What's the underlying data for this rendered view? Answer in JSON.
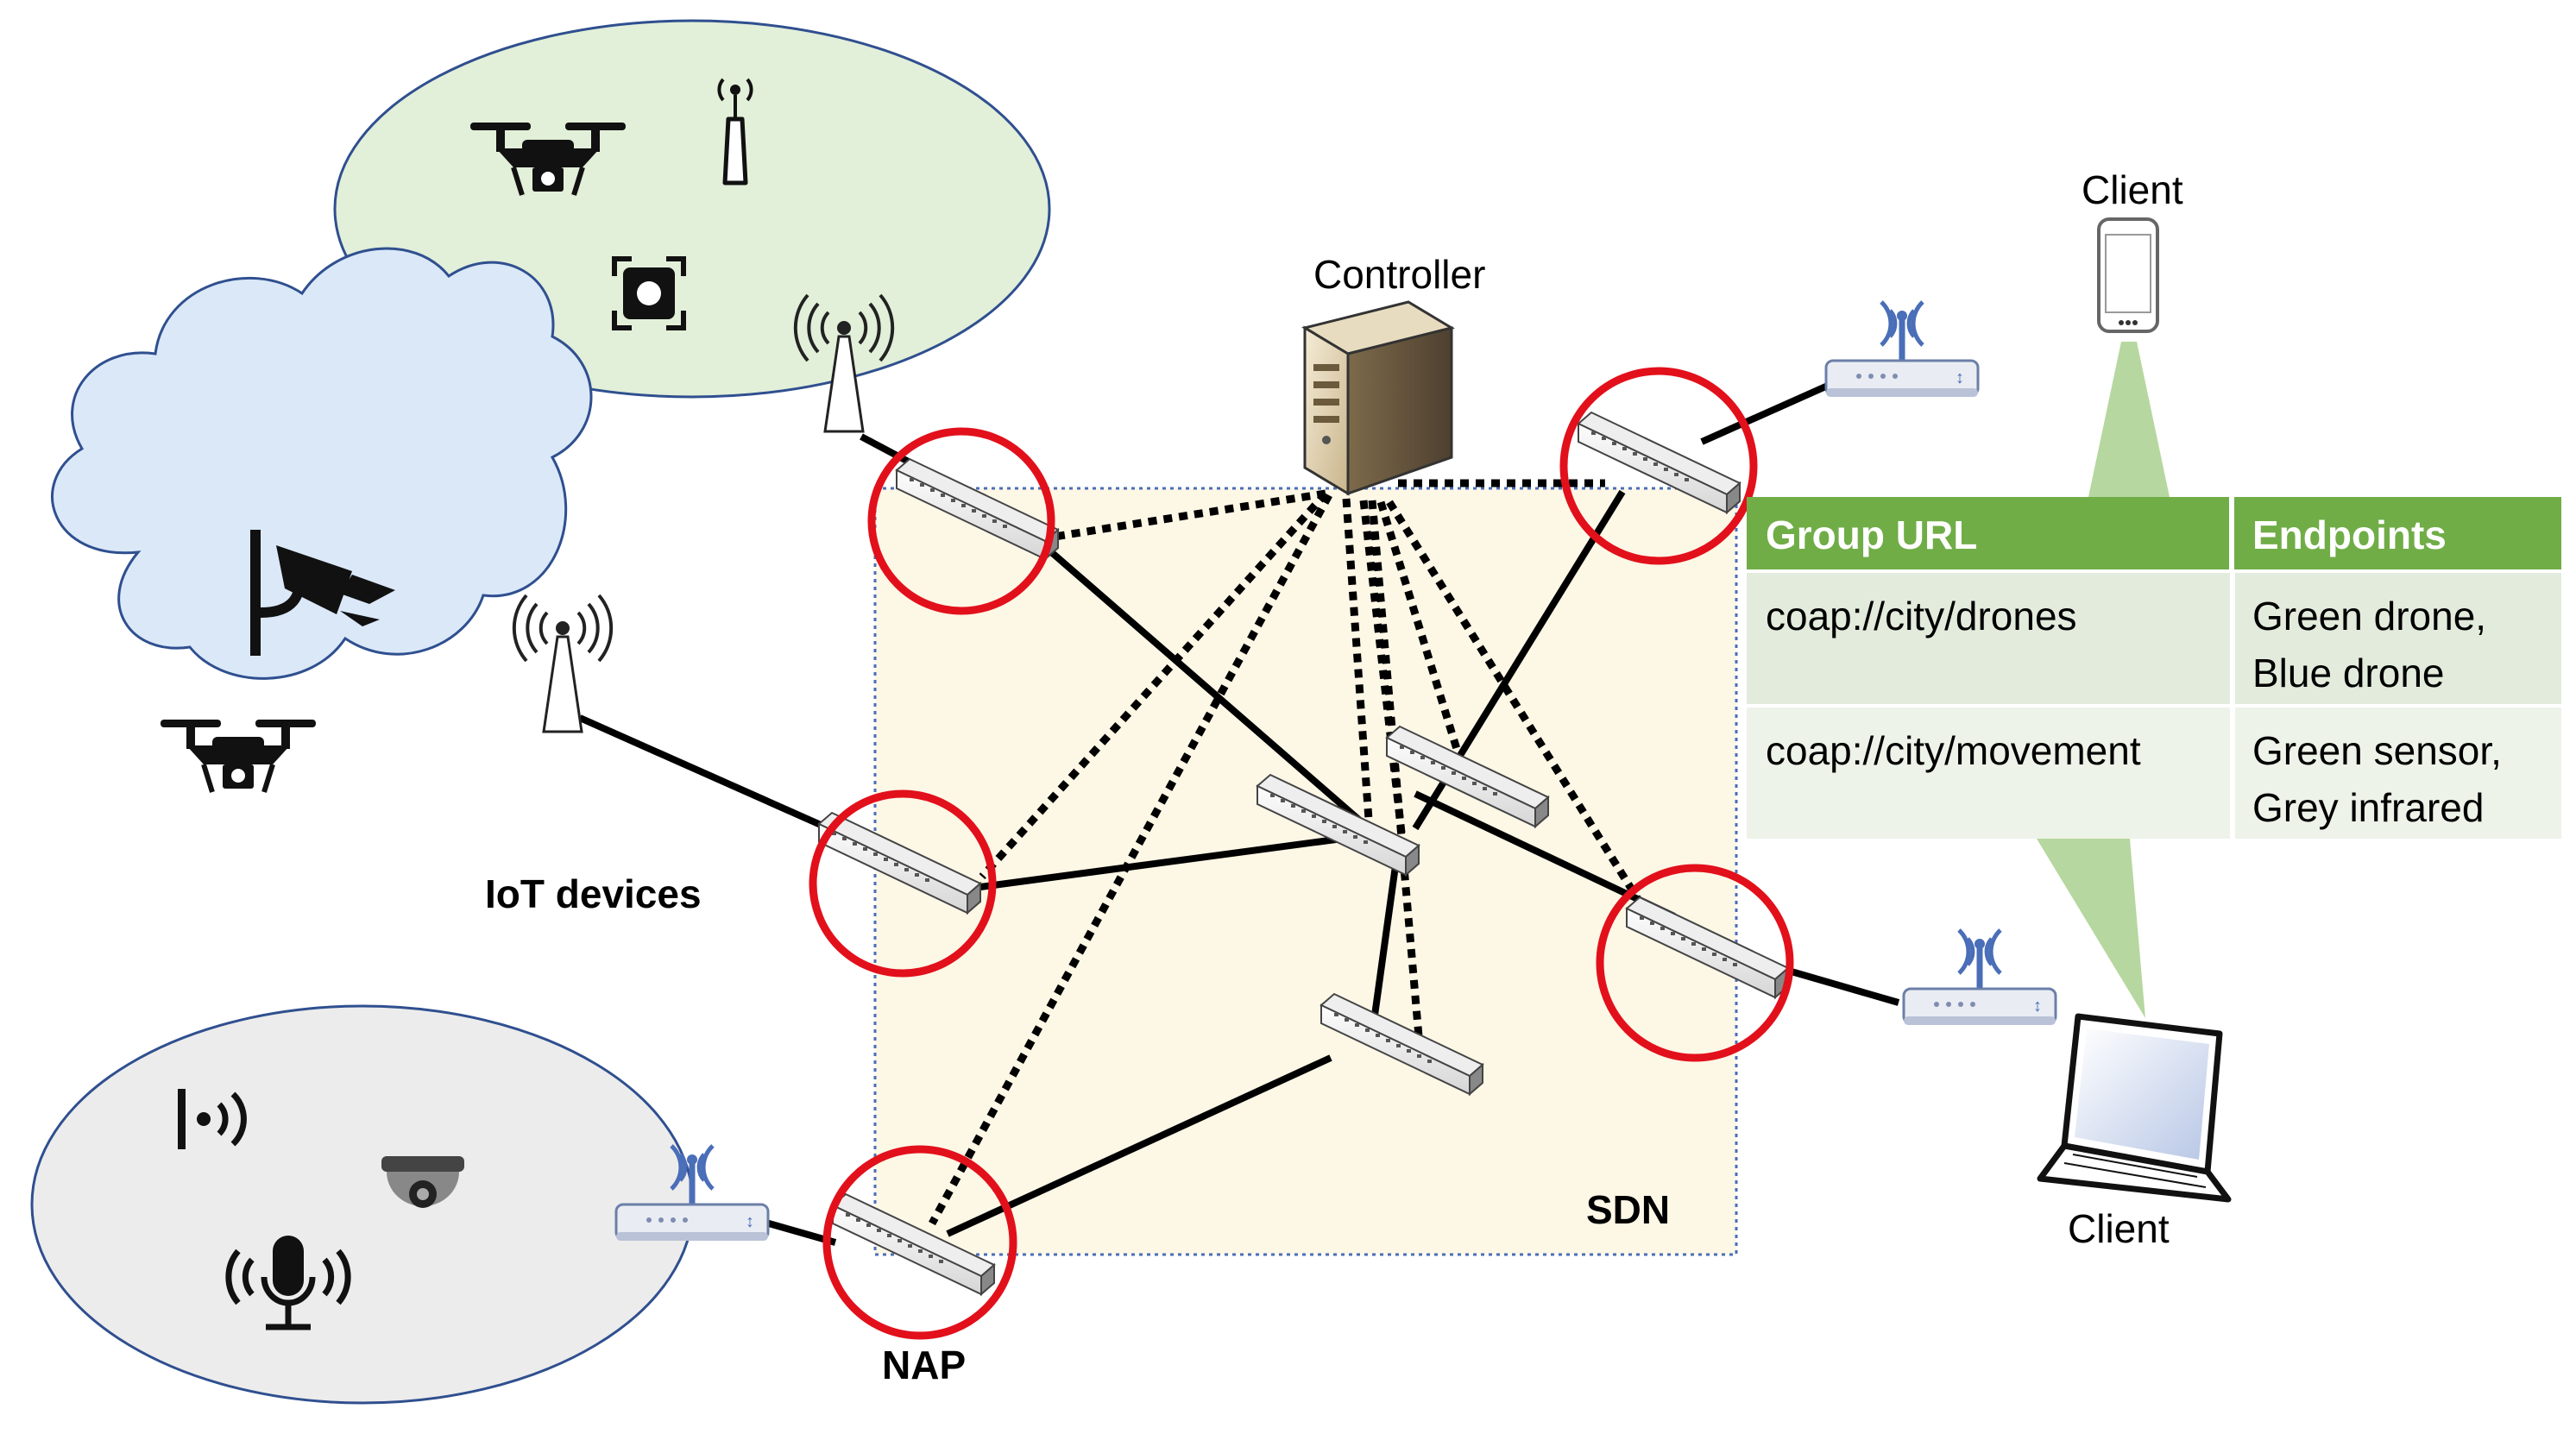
{
  "labels": {
    "controller": "Controller",
    "client_top": "Client",
    "client_bottom": "Client",
    "iot_devices": "IoT devices",
    "sdn": "SDN",
    "nap": "NAP"
  },
  "table": {
    "headers": [
      "Group URL",
      "Endpoints"
    ],
    "rows": [
      {
        "url": "coap://city/drones",
        "endpoints": [
          "Green drone,",
          "Blue drone"
        ]
      },
      {
        "url": "coap://city/movement",
        "endpoints": [
          "Green sensor,",
          "Grey infrared"
        ]
      }
    ]
  },
  "colors": {
    "header_bg": "#70ad47",
    "row_bg": "#e2ebdc",
    "sdn_bg": "#fdf7e6",
    "green_cluster": "#e2efd9",
    "blue_cluster": "#dae8f8",
    "grey_cluster": "#ececec",
    "highlight_ring": "#e2101b",
    "router_blue": "#4a6eb8"
  },
  "icons": [
    "drone-icon",
    "antenna-icon",
    "sensor-icon",
    "security-camera-icon",
    "doorbell-icon",
    "dome-camera-icon",
    "microphone-icon",
    "server-icon",
    "switch-icon",
    "router-icon",
    "smartphone-icon",
    "laptop-icon"
  ]
}
